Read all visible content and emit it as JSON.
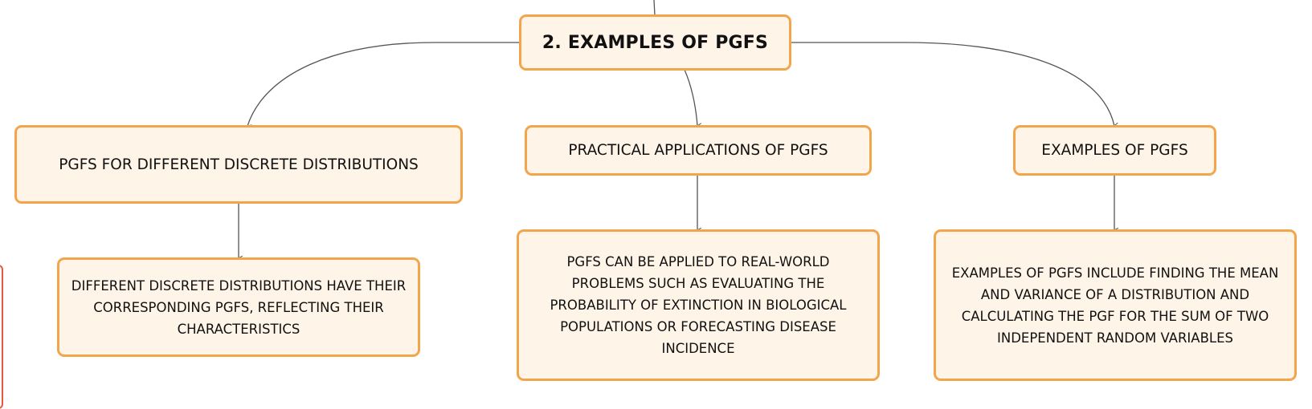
{
  "root": {
    "label": "2. EXAMPLES OF PGFS"
  },
  "branches": [
    {
      "label": "PGFS FOR DIFFERENT DISCRETE DISTRIBUTIONS",
      "detail": "DIFFERENT DISCRETE DISTRIBUTIONS HAVE THEIR CORRESPONDING PGFS, REFLECTING THEIR CHARACTERISTICS"
    },
    {
      "label": "PRACTICAL APPLICATIONS OF PGFS",
      "detail": "PGFS CAN BE APPLIED TO REAL-WORLD PROBLEMS SUCH AS EVALUATING THE PROBABILITY OF EXTINCTION IN BIOLOGICAL POPULATIONS OR FORECASTING DISEASE INCIDENCE"
    },
    {
      "label": "EXAMPLES OF PGFS",
      "detail": "EXAMPLES OF PGFS INCLUDE FINDING THE MEAN AND VARIANCE OF A DISTRIBUTION AND CALCULATING THE PGF FOR THE SUM OF TWO INDEPENDENT RANDOM VARIABLES"
    }
  ],
  "colors": {
    "node_fill": "#fff4e8",
    "node_border": "#f3a54c",
    "connector": "#555555",
    "side_edge": "#e9573f"
  }
}
